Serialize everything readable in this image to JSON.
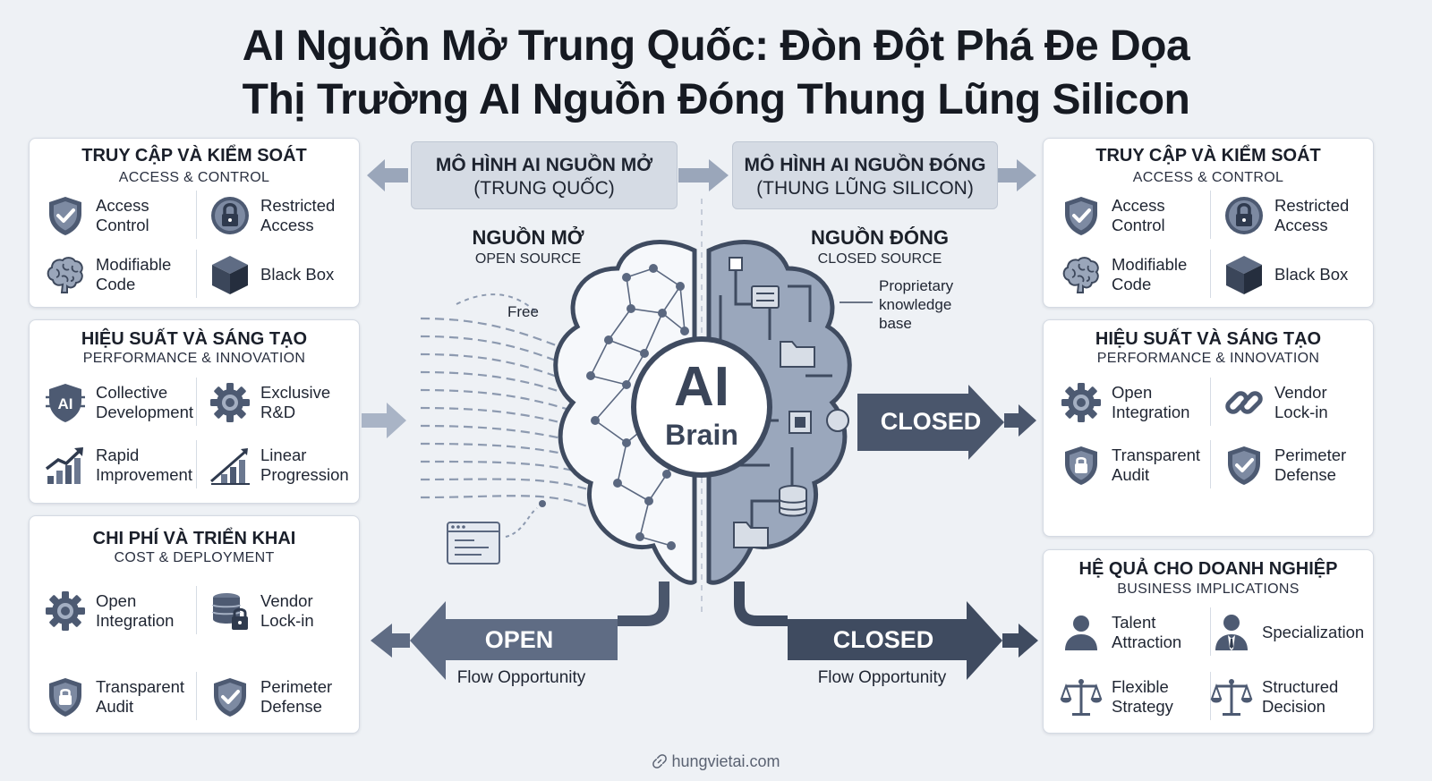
{
  "title": {
    "line1": "AI Nguồn Mở Trung Quốc: Đòn Đột Phá Đe Dọa",
    "line2": "Thị Trường AI Nguồn Đóng Thung Lũng Silicon"
  },
  "left_column": [
    {
      "title": "TRUY CẬP VÀ KIỂM SOÁT",
      "subtitle": "ACCESS & CONTROL",
      "items": [
        {
          "label": "Access\nControl",
          "icon": "shield-check-icon"
        },
        {
          "label": "Restricted\nAccess",
          "icon": "lock-icon"
        },
        {
          "label": "Modifiable\nCode",
          "icon": "brain-icon"
        },
        {
          "label": "Black Box",
          "icon": "cube-icon"
        }
      ]
    },
    {
      "title": "HIỆU SUẤT VÀ SÁNG TẠO",
      "subtitle": "PERFORMANCE & INNOVATION",
      "items": [
        {
          "label": "Collective\nDevelopment",
          "icon": "ai-chip-icon"
        },
        {
          "label": "Exclusive\nR&D",
          "icon": "gear-icon"
        },
        {
          "label": "Rapid\nImprovement",
          "icon": "growth-chart-icon"
        },
        {
          "label": "Linear\nProgression",
          "icon": "linear-chart-icon"
        }
      ]
    },
    {
      "title": "CHI PHÍ VÀ TRIỂN KHAI",
      "subtitle": "COST & DEPLOYMENT",
      "items": [
        {
          "label": "Open\nIntegration",
          "icon": "gear-icon"
        },
        {
          "label": "Vendor\nLock-in",
          "icon": "database-lock-icon"
        },
        {
          "label": "Transparent\nAudit",
          "icon": "shield-lock-icon"
        },
        {
          "label": "Perimeter\nDefense",
          "icon": "shield-check-icon"
        }
      ]
    }
  ],
  "right_column": [
    {
      "title": "TRUY CẬP VÀ KIỂM SOÁT",
      "subtitle": "ACCESS & CONTROL",
      "items": [
        {
          "label": "Access\nControl",
          "icon": "shield-check-icon"
        },
        {
          "label": "Restricted\nAccess",
          "icon": "lock-icon"
        },
        {
          "label": "Modifiable\nCode",
          "icon": "brain-icon"
        },
        {
          "label": "Black Box",
          "icon": "cube-icon"
        }
      ]
    },
    {
      "title": "HIỆU SUẤT VÀ SÁNG TẠO",
      "subtitle": "PERFORMANCE & INNOVATION",
      "items": [
        {
          "label": "Open\nIntegration",
          "icon": "gear-icon"
        },
        {
          "label": "Vendor\nLock-in",
          "icon": "chain-link-icon"
        },
        {
          "label": "Transparent\nAudit",
          "icon": "shield-lock-icon"
        },
        {
          "label": "Perimeter\nDefense",
          "icon": "shield-check-icon"
        }
      ]
    },
    {
      "title": "HỆ QUẢ CHO DOANH NGHIỆP",
      "subtitle": "BUSINESS IMPLICATIONS",
      "items": [
        {
          "label": "Talent\nAttraction",
          "icon": "person-icon"
        },
        {
          "label": "Specialization",
          "icon": "businessman-icon"
        },
        {
          "label": "Flexible\nStrategy",
          "icon": "scales-icon"
        },
        {
          "label": "Structured\nDecision",
          "icon": "scales-icon"
        }
      ]
    }
  ],
  "center": {
    "open_model": {
      "line1": "MÔ HÌNH AI NGUỒN MỞ",
      "line2": "(TRUNG QUỐC)"
    },
    "closed_model": {
      "line1": "MÔ HÌNH AI NGUỒN ĐÓNG",
      "line2": "(THUNG LŨNG SILICON)"
    },
    "open_label": {
      "title": "NGUỒN MỞ",
      "subtitle": "OPEN SOURCE"
    },
    "closed_label": {
      "title": "NGUỒN ĐÓNG",
      "subtitle": "CLOSED SOURCE"
    },
    "free_label": "Free",
    "proprietary_label": "Proprietary\nknowledge\nbase",
    "brain_ai": "AI",
    "brain_word": "Brain",
    "closed_arrow_right": "CLOSED",
    "open_arrow": "OPEN",
    "closed_arrow_bottom": "CLOSED",
    "open_flow": "Flow Opportunity",
    "closed_flow": "Flow Opportunity"
  },
  "footer": "hungvietai.com",
  "colors": {
    "slate_dark": "#3f4b60",
    "slate_mid": "#5b6880",
    "slate_light": "#8d9ab0",
    "panel_fill": "#d5dbe4"
  }
}
